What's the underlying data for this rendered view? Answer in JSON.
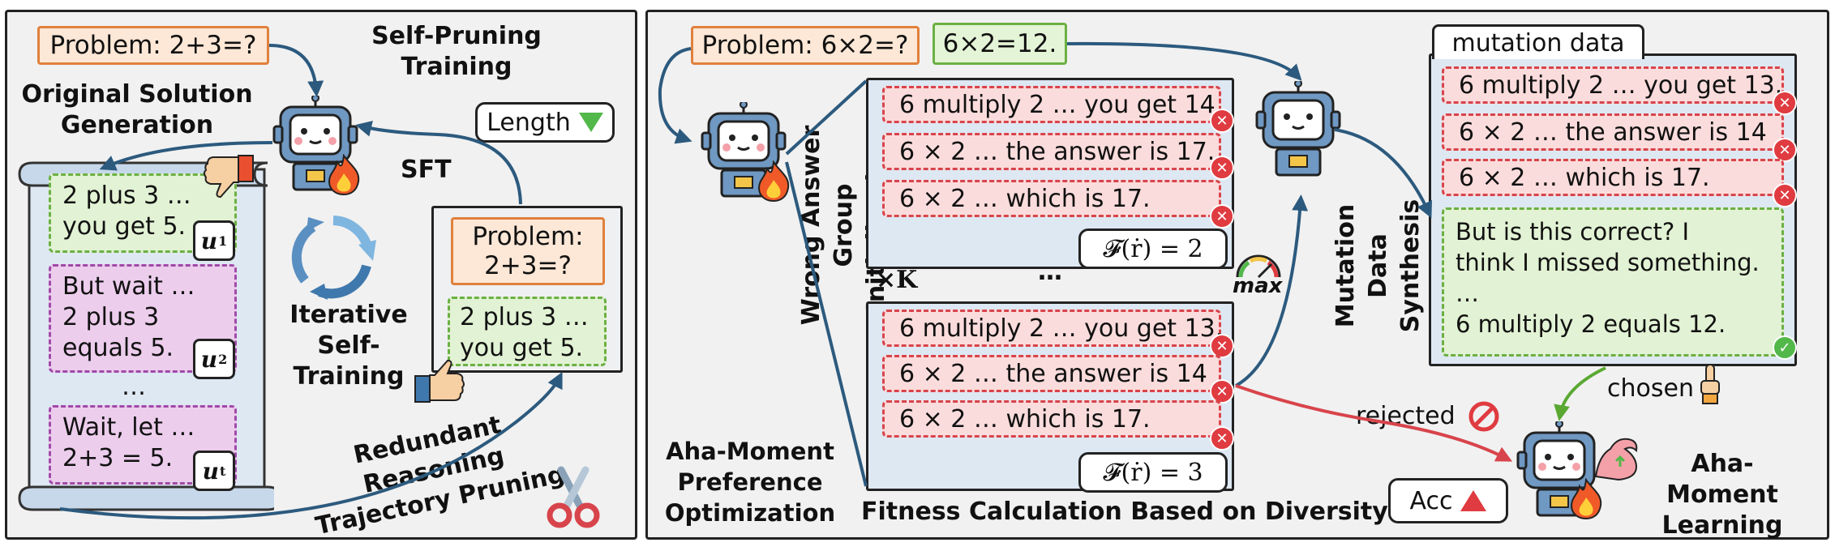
{
  "left": {
    "problem": "Problem: 2+3=?",
    "self_pruning_title": "Self-Pruning\nTraining",
    "original_generation_title": "Original Solution\nGeneration",
    "segments": [
      {
        "text": "2 plus 3 …\nyou get 5.",
        "badge": "u",
        "sup": "1"
      },
      {
        "text": "But wait …\n2 plus 3\nequals 5.",
        "badge": "u",
        "sup": "2"
      },
      {
        "text": "…"
      },
      {
        "text": "Wait, let …\n2+3 = 5.",
        "badge": "u",
        "sup": "t"
      }
    ],
    "length_tag": "Length",
    "sft_label": "SFT",
    "iterative_label": "Iterative\nSelf-Training",
    "pruned_problem": "Problem:\n2+3=?",
    "pruned_answer": "2 plus 3 …\nyou get 5.",
    "pruning_label": "Redundant Reasoning\nTrajectory Pruning",
    "icons": [
      "robot-icon",
      "fire-icon",
      "thumbs-down-icon",
      "thumbs-up-icon",
      "cycle-arrows-icon",
      "scissors-icon",
      "scroll-icon"
    ]
  },
  "right": {
    "problem": "Problem: 6×2=?",
    "answer": "6×2=12.",
    "vertical_label": "Wrong Answer\nGroup Initialization",
    "times_k": "×K",
    "ellipsis": "…",
    "group1": [
      "6 multiply 2 … you get 14.",
      "6 × 2 … the answer is 17.",
      "6 × 2 … which is 17."
    ],
    "fitness1": "𝓕(ṙ) = 2",
    "group2": [
      "6 multiply 2 … you get 13.",
      "6 × 2 … the answer is 14",
      "6 × 2 … which is 17."
    ],
    "fitness2": "𝓕(ṙ) = 3",
    "max_label": "max",
    "mutation_synthesis_label": "Mutation Data\nSynthesis",
    "mutation_title": "mutation data",
    "mutation_wrong": [
      "6 multiply 2 … you get 13.",
      "6 × 2 … the answer is 14",
      "6 × 2 … which is 17."
    ],
    "mutation_correct": "But is this correct? I\nthink I missed something.\n…\n6 multiply 2 equals 12.",
    "chosen_label": "chosen",
    "rejected_label": "rejected",
    "aha_preference_title": "Aha-Moment\nPreference\nOptimization",
    "fitness_caption": "Fitness Calculation Based on Diversity",
    "acc_tag": "Acc",
    "aha_learning_title": "Aha-Moment\nLearning",
    "icons": [
      "robot-icon",
      "fire-icon",
      "gauge-icon",
      "check-icon",
      "cross-icon",
      "no-entry-icon",
      "pointing-hand-icon",
      "muscle-arm-icon"
    ]
  },
  "colors": {
    "problem_fill": "#fde7d6",
    "problem_border": "#e0803c",
    "green_fill": "#e2f2d4",
    "green_border": "#6cb043",
    "purple_fill": "#eccdec",
    "purple_border": "#a04aa8",
    "wrong_fill": "#fbdcdc",
    "wrong_border": "#d8444b",
    "arrow_blue": "#2c5a7e",
    "arrow_red": "#d8444b",
    "arrow_green": "#5aa832"
  }
}
